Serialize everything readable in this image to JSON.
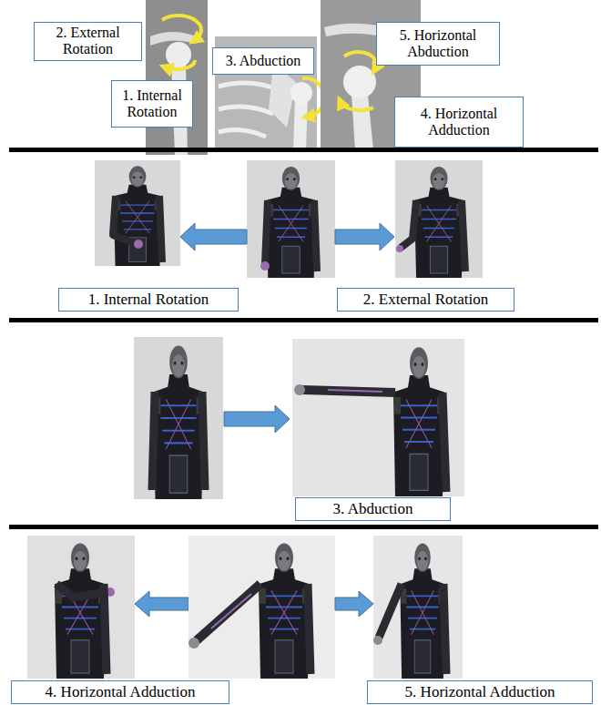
{
  "diagram": {
    "nodes": [
      {
        "text": [
          "2. External Rotation"
        ]
      },
      {
        "text": [
          "1. Internal Rotation"
        ]
      },
      {
        "text": [
          "3. Abduction"
        ]
      },
      {
        "text": [
          "5. Horizontal Abduction"
        ]
      },
      {
        "text": [
          "4. Horizontal Adduction"
        ]
      },
      {
        "text": [
          "1. Internal Rotation"
        ]
      },
      {
        "text": [
          "2. External Rotation"
        ]
      },
      {
        "text": [
          "3. Abduction"
        ]
      },
      {
        "text": [
          "4. Horizontal Adduction"
        ]
      },
      {
        "text": [
          "5. Horizontal Adduction"
        ]
      }
    ]
  }
}
